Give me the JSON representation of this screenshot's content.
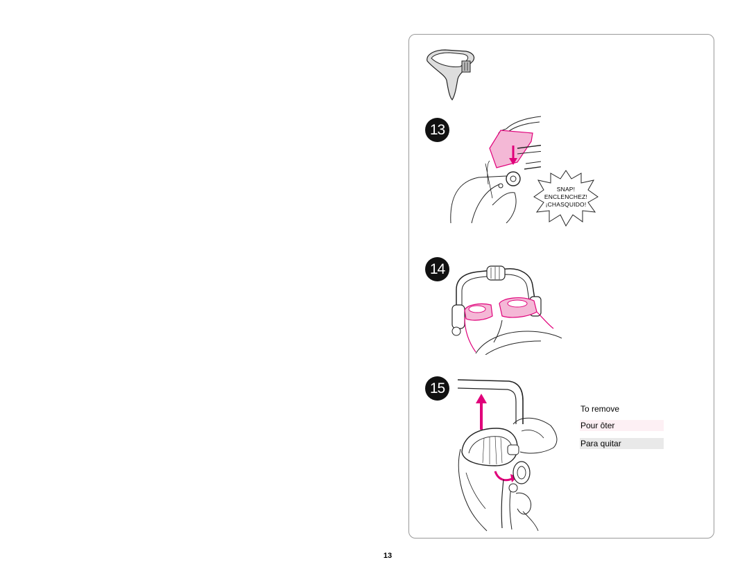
{
  "steps": [
    {
      "number": "13"
    },
    {
      "number": "14"
    },
    {
      "number": "15"
    }
  ],
  "snap_callout": {
    "line1": "SNAP!",
    "line2": "ENCLENCHEZ!",
    "line3": "¡CHASQUIDO!"
  },
  "remove_labels": {
    "en": "To remove",
    "fr": "Pour ôter",
    "es": "Para quitar"
  },
  "page_number": "13",
  "colors": {
    "accent": "#e0007a",
    "accent_light": "#f4b8d6",
    "outline": "#222222"
  }
}
